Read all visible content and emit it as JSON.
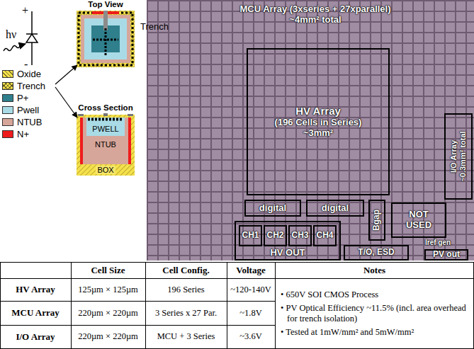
{
  "diagram": {
    "nodes": [
      {
        "text": [
          "Top View"
        ]
      },
      {
        "text": [
          "Cross Section"
        ]
      },
      {
        "text": [
          "PWELL"
        ],
        "in": 1
      },
      {
        "text": [
          "NTUB"
        ],
        "in": 1
      },
      {
        "text": [
          "BOX"
        ],
        "in": 1
      },
      {
        "text": [
          "MCU Array (3xseries + 27xparallel) ~4mm² total"
        ]
      },
      {
        "text": [
          "HV Array",
          "(196 Cells in Series) ~3mm²"
        ],
        "in": 5
      },
      {
        "text": [
          "I/O Array ~0.3mm² total"
        ],
        "in": 5
      },
      {
        "text": [
          "digital"
        ],
        "in": 5
      },
      {
        "text": [
          "digital"
        ],
        "in": 5
      },
      {
        "text": [
          "HV OUT"
        ],
        "in": 5
      },
      {
        "text": [
          "CH1"
        ],
        "in": 10
      },
      {
        "text": [
          "CH2"
        ],
        "in": 10
      },
      {
        "text": [
          "CH3"
        ],
        "in": 10
      },
      {
        "text": [
          "CH4"
        ],
        "in": 10
      },
      {
        "text": [
          "Bgap"
        ],
        "in": 5
      },
      {
        "text": [
          "NOT USED"
        ],
        "in": 5
      },
      {
        "text": [
          "T/O, ESD"
        ],
        "in": 5
      },
      {
        "text": [
          "PV out"
        ],
        "in": 5
      }
    ],
    "labels": [
      "hν",
      "+",
      "-",
      "Trench",
      "Iref gen",
      "Cell Size",
      "Cell Config.",
      "Voltage",
      "Notes",
      "HV Array",
      "125µm × 125µm",
      "196 Series",
      "~120-140V",
      "MCU Array",
      "220µm × 220µm",
      "3 Series x 27 Par.",
      "~1.8V",
      "I/O Array",
      "220µm × 220µm",
      "MCU + 3 Series",
      "~3.6V",
      "• 650V SOI CMOS Process",
      "• PV Optical Efficiency ~11.5% (incl. area overhead for trench isolation)",
      "• Tested at 1mW/mm² and 5mW/mm²"
    ],
    "legend": [
      {
        "text": "Oxide",
        "color": "#f5e14b"
      },
      {
        "text": "Trench",
        "color": "#f5e14b"
      },
      {
        "text": "P+",
        "color": "#2f7f8c"
      },
      {
        "text": "Pwell",
        "color": "#a9dbe6"
      },
      {
        "text": "NTUB",
        "color": "#d7a69a"
      },
      {
        "text": "N+",
        "color": "#ee1c1c"
      }
    ]
  }
}
